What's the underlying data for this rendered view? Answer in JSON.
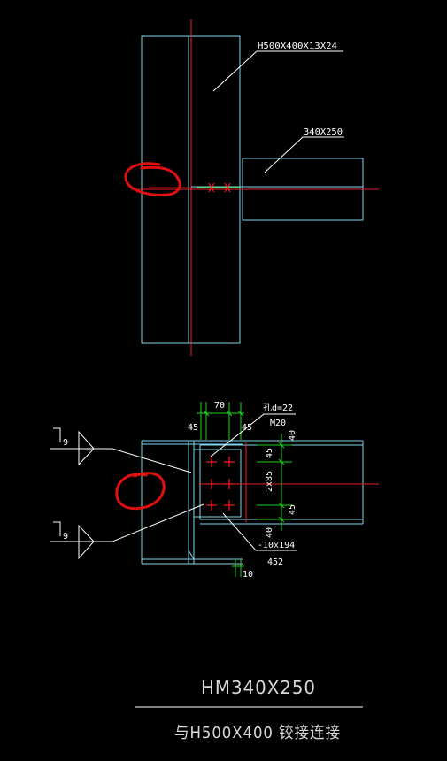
{
  "colors": {
    "background": "#000000",
    "steel": "#7fd6ea",
    "centerline": "#e8202a",
    "dimension": "#1ed41e",
    "leader": "#ffffff",
    "bolt": "#ff1a1a",
    "markup": "#e01010"
  },
  "elevation": {
    "column_label": "H500X400X13X24",
    "beam_label": "340X250"
  },
  "plan": {
    "dim_top_70": "70",
    "dim_top_45_left": "45",
    "dim_top_45_right": "45",
    "hole_label": "孔d=22",
    "bolt_label": "M20",
    "dim_right_40_top": "40",
    "dim_right_45_top": "45",
    "dim_right_2x85": "2x85",
    "dim_right_45_bottom": "45",
    "dim_right_40_bottom": "40",
    "plate_label": "-10x194",
    "plate_length": "452",
    "weld_size_top": "9",
    "weld_size_bottom": "9",
    "dim_bottom_10": "10"
  },
  "title": {
    "main": "HM340X250",
    "sub": "与H500X400  铰接连接"
  }
}
